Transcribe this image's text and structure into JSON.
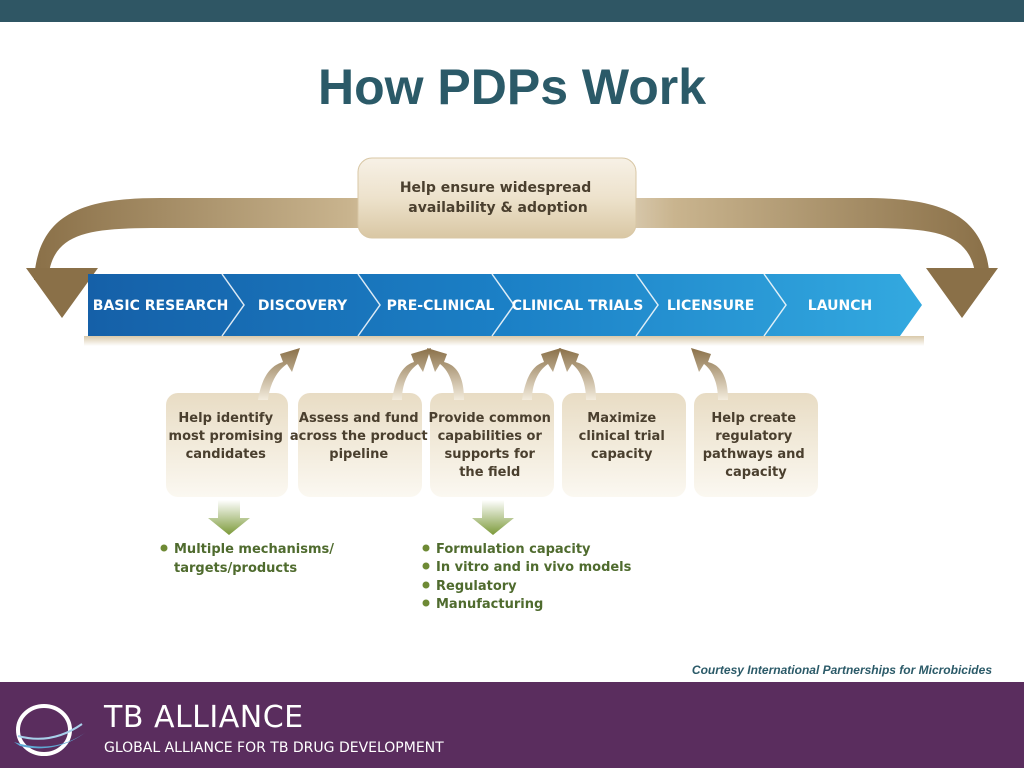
{
  "title": "How PDPs Work",
  "top_box": {
    "lines": [
      "Help ensure widespread",
      "availability & adoption"
    ]
  },
  "stages": [
    "BASIC RESEARCH",
    "DISCOVERY",
    "PRE-CLINICAL",
    "CLINICAL TRIALS",
    "LICENSURE",
    "LAUNCH"
  ],
  "boxes": [
    {
      "lines": [
        "Help identify",
        "most promising",
        "candidates"
      ]
    },
    {
      "lines": [
        "Assess and fund",
        "across the product",
        "pipeline"
      ]
    },
    {
      "lines": [
        "Provide common",
        "capabilities or",
        "supports for",
        "the field"
      ]
    },
    {
      "lines": [
        "Maximize",
        "clinical trial",
        "capacity"
      ]
    },
    {
      "lines": [
        "Help create",
        "regulatory",
        "pathways and",
        "capacity"
      ]
    }
  ],
  "bullets_left": [
    {
      "lines": [
        "Multiple mechanisms/",
        "targets/products"
      ]
    }
  ],
  "bullets_right": [
    {
      "lines": [
        "Formulation capacity"
      ]
    },
    {
      "lines": [
        "In vitro and in vivo models"
      ]
    },
    {
      "lines": [
        "Regulatory"
      ]
    },
    {
      "lines": [
        "Manufacturing"
      ]
    }
  ],
  "courtesy": "Courtesy International Partnerships for  Microbicides",
  "footer": {
    "org_name": "TB ALLIANCE",
    "org_sub": "GLOBAL ALLIANCE FOR TB DRUG DEVELOPMENT"
  },
  "colors": {
    "top_bar": "#2f5664",
    "title": "#2b5a68",
    "footer": "#5a2d5e",
    "arrow_gold": "#9a8051",
    "stage_blue": "#1b7cc0",
    "bullet_green": "#4f6b2e"
  }
}
